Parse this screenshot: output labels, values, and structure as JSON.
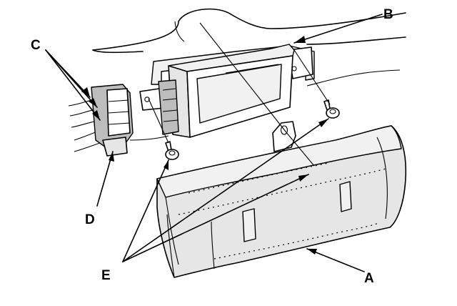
{
  "callouts": {
    "a": "A",
    "b": "B",
    "c": "C",
    "d": "D",
    "e": "E"
  }
}
